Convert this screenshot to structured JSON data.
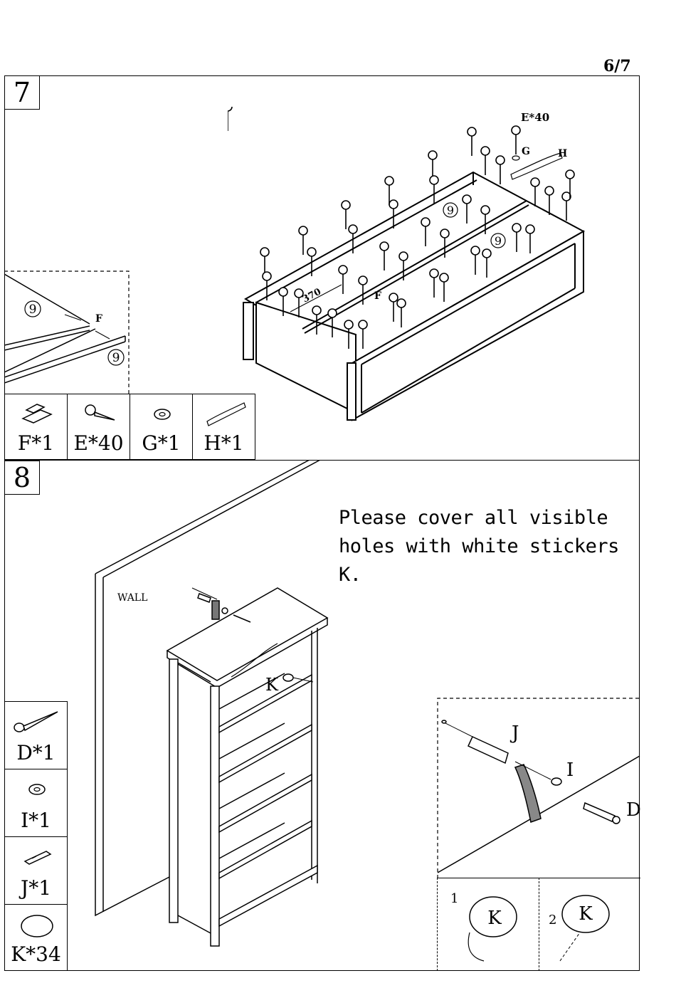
{
  "page_number": "6/7",
  "step7": {
    "number": "7",
    "parts": [
      {
        "id": "F",
        "label": "F*1",
        "icon": "dowel-bracket-icon"
      },
      {
        "id": "E",
        "label": "E*40",
        "icon": "screw-icon"
      },
      {
        "id": "G",
        "label": "G*1",
        "icon": "washer-icon"
      },
      {
        "id": "H",
        "label": "H*1",
        "icon": "strap-icon"
      }
    ],
    "callouts": {
      "screws": "E*40",
      "washer": "G",
      "strap": "H",
      "rail": "F",
      "dimension": "370",
      "panel_a": "9",
      "panel_b": "9"
    },
    "detail": {
      "panel_top": "9",
      "panel_bottom": "9",
      "rail": "F"
    }
  },
  "step8": {
    "number": "8",
    "instruction_line1": "Please cover all visible",
    "instruction_line2": "holes with white stickers K.",
    "wall_label": "WALL",
    "sticker_label": "K",
    "parts": [
      {
        "id": "D",
        "label": "D*1",
        "icon": "long-screw-icon"
      },
      {
        "id": "I",
        "label": "I*1",
        "icon": "washer-icon"
      },
      {
        "id": "J",
        "label": "J*1",
        "icon": "wall-anchor-icon"
      },
      {
        "id": "K",
        "label": "K*34",
        "icon": "sticker-icon"
      }
    ],
    "detail": {
      "anchor": "J",
      "washer": "I",
      "screw": "D"
    },
    "sticker_steps": [
      {
        "step": "1",
        "label": "K"
      },
      {
        "step": "2",
        "label": "K"
      }
    ]
  }
}
